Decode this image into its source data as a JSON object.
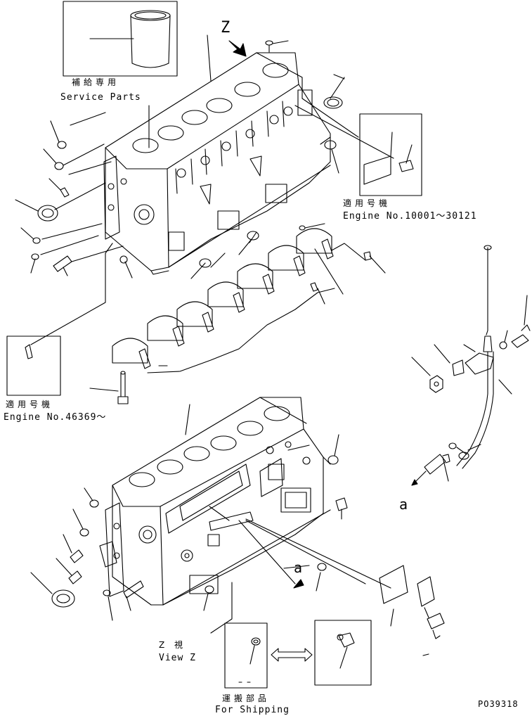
{
  "labels": {
    "service_parts_jp": "補給専用",
    "service_parts_en": "Service Parts",
    "view_z_letter": "Z",
    "applicable_jp_1": "適用号機",
    "engine_no_1": "Engine No.10001～30121",
    "applicable_jp_2": "適用号機",
    "engine_no_2": "Engine No.46369～",
    "view_z_jp": "Z 視",
    "view_z_en": "View Z",
    "for_shipping_jp": "運搬部品",
    "for_shipping_en": "For Shipping",
    "ref_a_1": "a",
    "ref_a_2": "a",
    "drawing_no": "PO39318"
  },
  "colors": {
    "line": "#000000",
    "background": "#ffffff"
  }
}
